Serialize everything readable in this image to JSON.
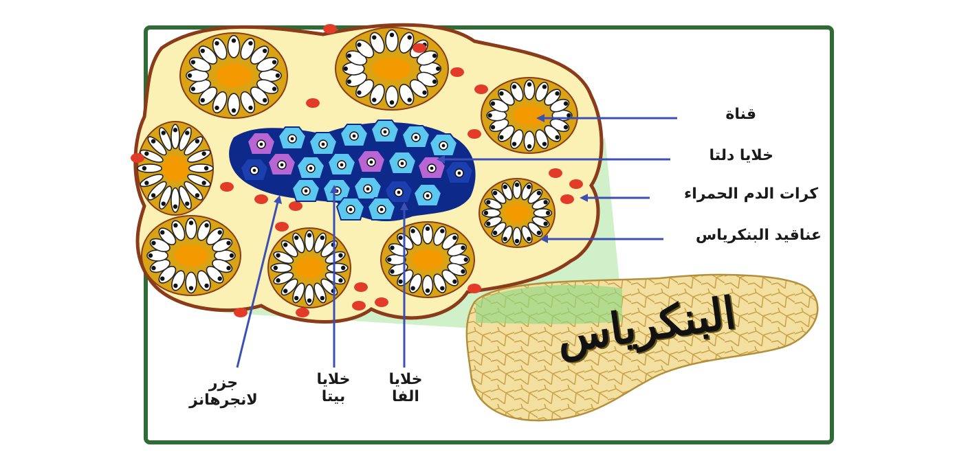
{
  "diagram": {
    "right_labels": [
      {
        "id": "duct",
        "text": "قناة"
      },
      {
        "id": "delta",
        "text": "خلايا دلتا"
      },
      {
        "id": "rbc",
        "text": "كرات الدم الحمراء"
      },
      {
        "id": "acini",
        "text": "عناقيد البنكرياس"
      }
    ],
    "bottom_labels": [
      {
        "id": "alpha",
        "text": "خلايا\nالفا"
      },
      {
        "id": "beta",
        "text": "خلايا\nبيتا"
      },
      {
        "id": "islets",
        "text": "جزر\nلانجرهانز"
      }
    ],
    "organ_label": "البنكرياس",
    "colors": {
      "frame": "#2f6b34",
      "tissue": "#fbf1b4",
      "tissue_border": "#8b3a1a",
      "acinus_ring": "#d9a316",
      "acinus_lumen": "#f29a00",
      "acinus_cell": "#ffffff",
      "rbc": "#e23b2a",
      "beta_cell": "#5cc8ef",
      "delta_cell": "#b766d4",
      "alpha_cell": "#1c3fb0",
      "islet_outline": "#0d2a8a",
      "pointer": "#3b4fb5",
      "pancreas": "#f3e0a0",
      "highlight": "#a8e39a"
    }
  }
}
